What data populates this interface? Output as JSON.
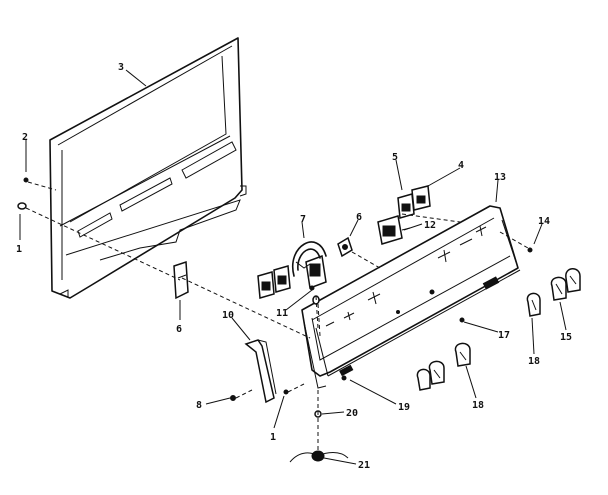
{
  "callouts": [
    {
      "id": "c3a",
      "text": "3"
    },
    {
      "id": "c2",
      "text": "2"
    },
    {
      "id": "c1a",
      "text": "1"
    },
    {
      "id": "c6a",
      "text": "6"
    },
    {
      "id": "c5",
      "text": "5"
    },
    {
      "id": "c4",
      "text": "4"
    },
    {
      "id": "c13",
      "text": "13"
    },
    {
      "id": "c7",
      "text": "7"
    },
    {
      "id": "c6b",
      "text": "6"
    },
    {
      "id": "c12",
      "text": "12"
    },
    {
      "id": "c14",
      "text": "14"
    },
    {
      "id": "c10",
      "text": "10"
    },
    {
      "id": "c11",
      "text": "11"
    },
    {
      "id": "c17",
      "text": "17"
    },
    {
      "id": "c18a",
      "text": "18"
    },
    {
      "id": "c15",
      "text": "15"
    },
    {
      "id": "c8",
      "text": "8"
    },
    {
      "id": "c1b",
      "text": "1"
    },
    {
      "id": "c20",
      "text": "20"
    },
    {
      "id": "c19",
      "text": "19"
    },
    {
      "id": "c18b",
      "text": "18"
    },
    {
      "id": "c21",
      "text": "21"
    }
  ]
}
